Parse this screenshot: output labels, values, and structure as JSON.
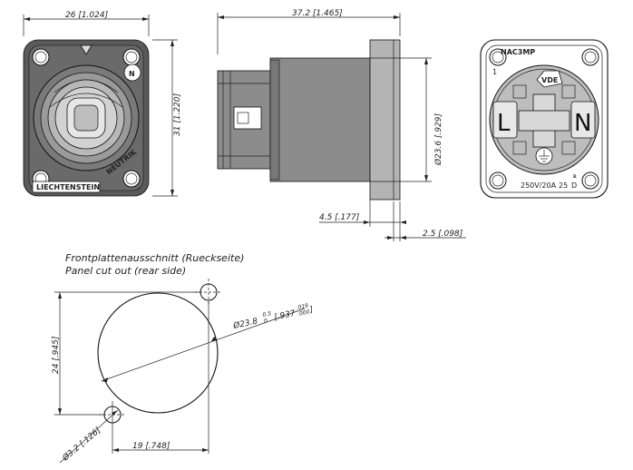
{
  "front_view": {
    "width_dim": "26 [1.024]",
    "height_dim": "31 [1.220]",
    "brand": "NEUTRIK",
    "country": "LIECHTENSTEIN"
  },
  "side_view": {
    "length_dim": "37.2 [1.465]",
    "diameter_dim": "Ø23.6 [.929]",
    "flange_dim": "4.5 [.177]",
    "thickness_dim": "2.5 [.098]"
  },
  "rear_view": {
    "model": "NAC3MP",
    "pin_label": "1",
    "cert_mark": "VDE",
    "left_letter": "L",
    "right_letter": "N",
    "rating": "250V/20A",
    "rating_code": "25",
    "mark_d": "D"
  },
  "panel_cutout": {
    "title_de": "Frontplattenausschnitt (Rueckseite)",
    "title_en": "Panel cut out (rear side)",
    "hole_dia_dim": "Ø23.8",
    "hole_tol_upper": "0.5",
    "hole_tol_lower": "0",
    "hole_dia_inch": "[.937",
    "hole_tol_inch_upper": ".019",
    "hole_tol_inch_lower": ".000",
    "hole_dia_inch_end": "]",
    "vertical_dim": "24 [.945]",
    "horizontal_dim": "19 [.748]",
    "screw_hole_dim": "Ø3.2 [.126]"
  }
}
